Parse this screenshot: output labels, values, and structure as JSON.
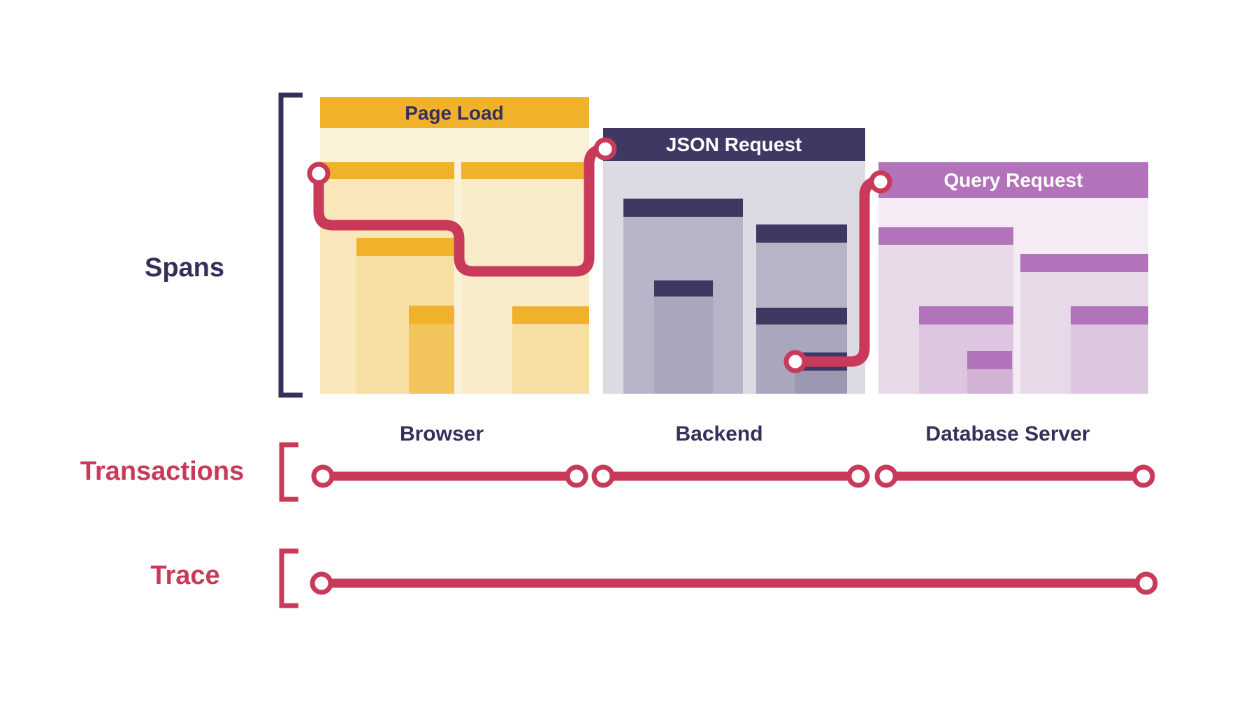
{
  "diagram": {
    "title_none_visible": "",
    "left_labels": {
      "spans": "Spans",
      "transactions": "Transactions",
      "trace": "Trace"
    },
    "panels": [
      {
        "title": "Page Load",
        "service": "Browser"
      },
      {
        "title": "JSON Request",
        "service": "Backend"
      },
      {
        "title": "Query Request",
        "service": "Database Server"
      }
    ],
    "colors": {
      "background": "#ffffff",
      "navy_text": "#352f5b",
      "crimson_accent": "#c8395a",
      "page_load_header": "#f0b22b",
      "page_load_body": "#faf1d9",
      "page_load_span_light": "#f9e7bb",
      "page_load_span_mid": "#f7dfa3",
      "page_load_span_deep": "#f2c55c",
      "backend_header": "#3f3863",
      "backend_body": "#dcdae3",
      "backend_span_l1": "#b8b4c8",
      "backend_span_l2": "#aaa6bd",
      "backend_span_l3": "#9d98b2",
      "query_header": "#b273ba",
      "query_body": "#f4ebf4",
      "query_span_l1": "#e8d9e9",
      "query_span_l2": "#ddc6e0",
      "query_span_l3": "#d2b3d6"
    }
  }
}
